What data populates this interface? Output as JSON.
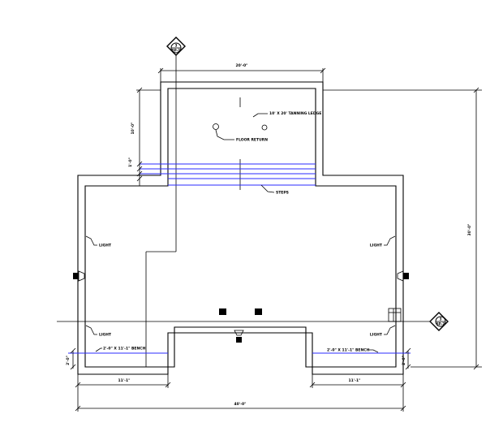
{
  "plan": {
    "top_width_dim": "20'-0\"",
    "tanning_ledge_label": "10' X 20' TANNING LEDGE",
    "floor_return_label": "FLOOR RETURN",
    "steps_label": "STEPS",
    "ledge_depth_dim": "10'-0\"",
    "step_dim": "1'-0\"",
    "overall_depth_dim": "30'-0\"",
    "light_label": "LIGHT",
    "bench_label": "2'-0\" X 11'-1\" BENCH",
    "bench_depth_dim": "2'-0\"",
    "bench_length_dim": "11'-1\"",
    "overall_width_dim": "40'-0\"",
    "section_tag_top": "3",
    "section_tag_top_sheet": "SP-2",
    "section_tag_right": "3",
    "section_tag_right_sheet": "SP-2"
  },
  "colors": {
    "line": "#000000",
    "accent": "#2b2bff"
  }
}
